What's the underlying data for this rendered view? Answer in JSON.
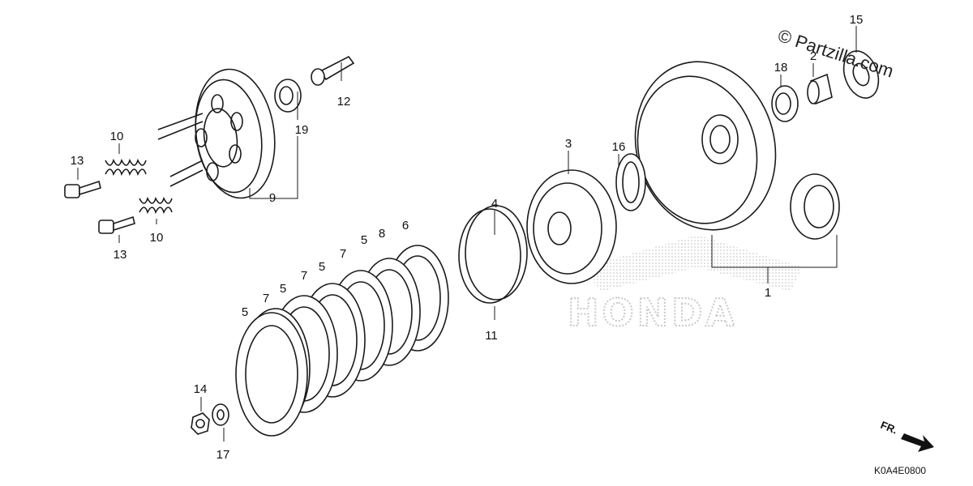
{
  "watermark": "© Partzilla.com",
  "diagram_code": "K0A4E0800",
  "direction_label": "FR.",
  "brand_watermark": "HONDA",
  "callouts": [
    {
      "id": "c15",
      "text": "15"
    },
    {
      "id": "c18",
      "text": "18"
    },
    {
      "id": "c2",
      "text": "2"
    },
    {
      "id": "c12",
      "text": "12"
    },
    {
      "id": "c19",
      "text": "19"
    },
    {
      "id": "c10a",
      "text": "10"
    },
    {
      "id": "c13a",
      "text": "13"
    },
    {
      "id": "c9",
      "text": "9"
    },
    {
      "id": "c10b",
      "text": "10"
    },
    {
      "id": "c13b",
      "text": "13"
    },
    {
      "id": "c3",
      "text": "3"
    },
    {
      "id": "c16",
      "text": "16"
    },
    {
      "id": "c4",
      "text": "4"
    },
    {
      "id": "c11",
      "text": "11"
    },
    {
      "id": "c1",
      "text": "1"
    },
    {
      "id": "c6",
      "text": "6"
    },
    {
      "id": "c8",
      "text": "8"
    },
    {
      "id": "c5a",
      "text": "5"
    },
    {
      "id": "c7a",
      "text": "7"
    },
    {
      "id": "c5b",
      "text": "5"
    },
    {
      "id": "c7b",
      "text": "7"
    },
    {
      "id": "c5c",
      "text": "5"
    },
    {
      "id": "c7c",
      "text": "7"
    },
    {
      "id": "c5d",
      "text": "5"
    },
    {
      "id": "c14",
      "text": "14"
    },
    {
      "id": "c17",
      "text": "17"
    }
  ]
}
